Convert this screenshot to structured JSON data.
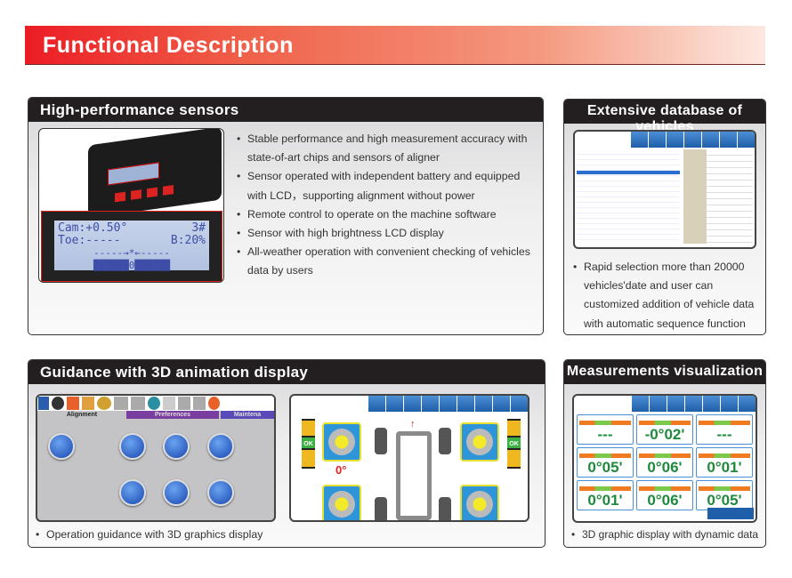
{
  "header": {
    "title": "Functional Description"
  },
  "sensors": {
    "title": "High-performance sensors",
    "lcd": {
      "line1_left": "Cam:+0.50°",
      "line1_right": "3#",
      "line2_left": "Toe:-----",
      "line2_right": "B:20%",
      "line3": "-----→*←-----",
      "line4": "██████0██████"
    },
    "bullets": [
      "Stable performance and high measurement accuracy with state-of-art chips and sensors of aligner",
      "Sensor operated with independent battery and equipped with LCD，supporting alignment without power",
      "Remote control to operate on the machine software",
      "Sensor with high brightness LCD display",
      "All-weather operation with convenient checking of vehicles data by users"
    ]
  },
  "database": {
    "title": "Extensive database of vehicles",
    "bullet": "Rapid selection more than 20000 vehicles'date and user can customized addition of vehicle data with automatic sequence function"
  },
  "guidance": {
    "title": "Guidance with 3D animation display",
    "tabs": [
      "Alignment",
      "Preferences",
      "Maintena"
    ],
    "angle": "0°",
    "ok1": "OK",
    "ok2": "OK",
    "bullet": "Operation guidance with 3D graphics display"
  },
  "measure": {
    "title": "Measurements visualization",
    "values": [
      "---",
      "-0°02'",
      "---",
      "0°05'",
      "0°06'",
      "0°01'",
      "0°01'",
      "0°06'",
      "0°05'"
    ],
    "bullet": "3D graphic display with dynamic data"
  },
  "colors": {
    "accent": "#ec1c24",
    "titlebar": "#231f20",
    "value_green": "#1e8a3c"
  }
}
